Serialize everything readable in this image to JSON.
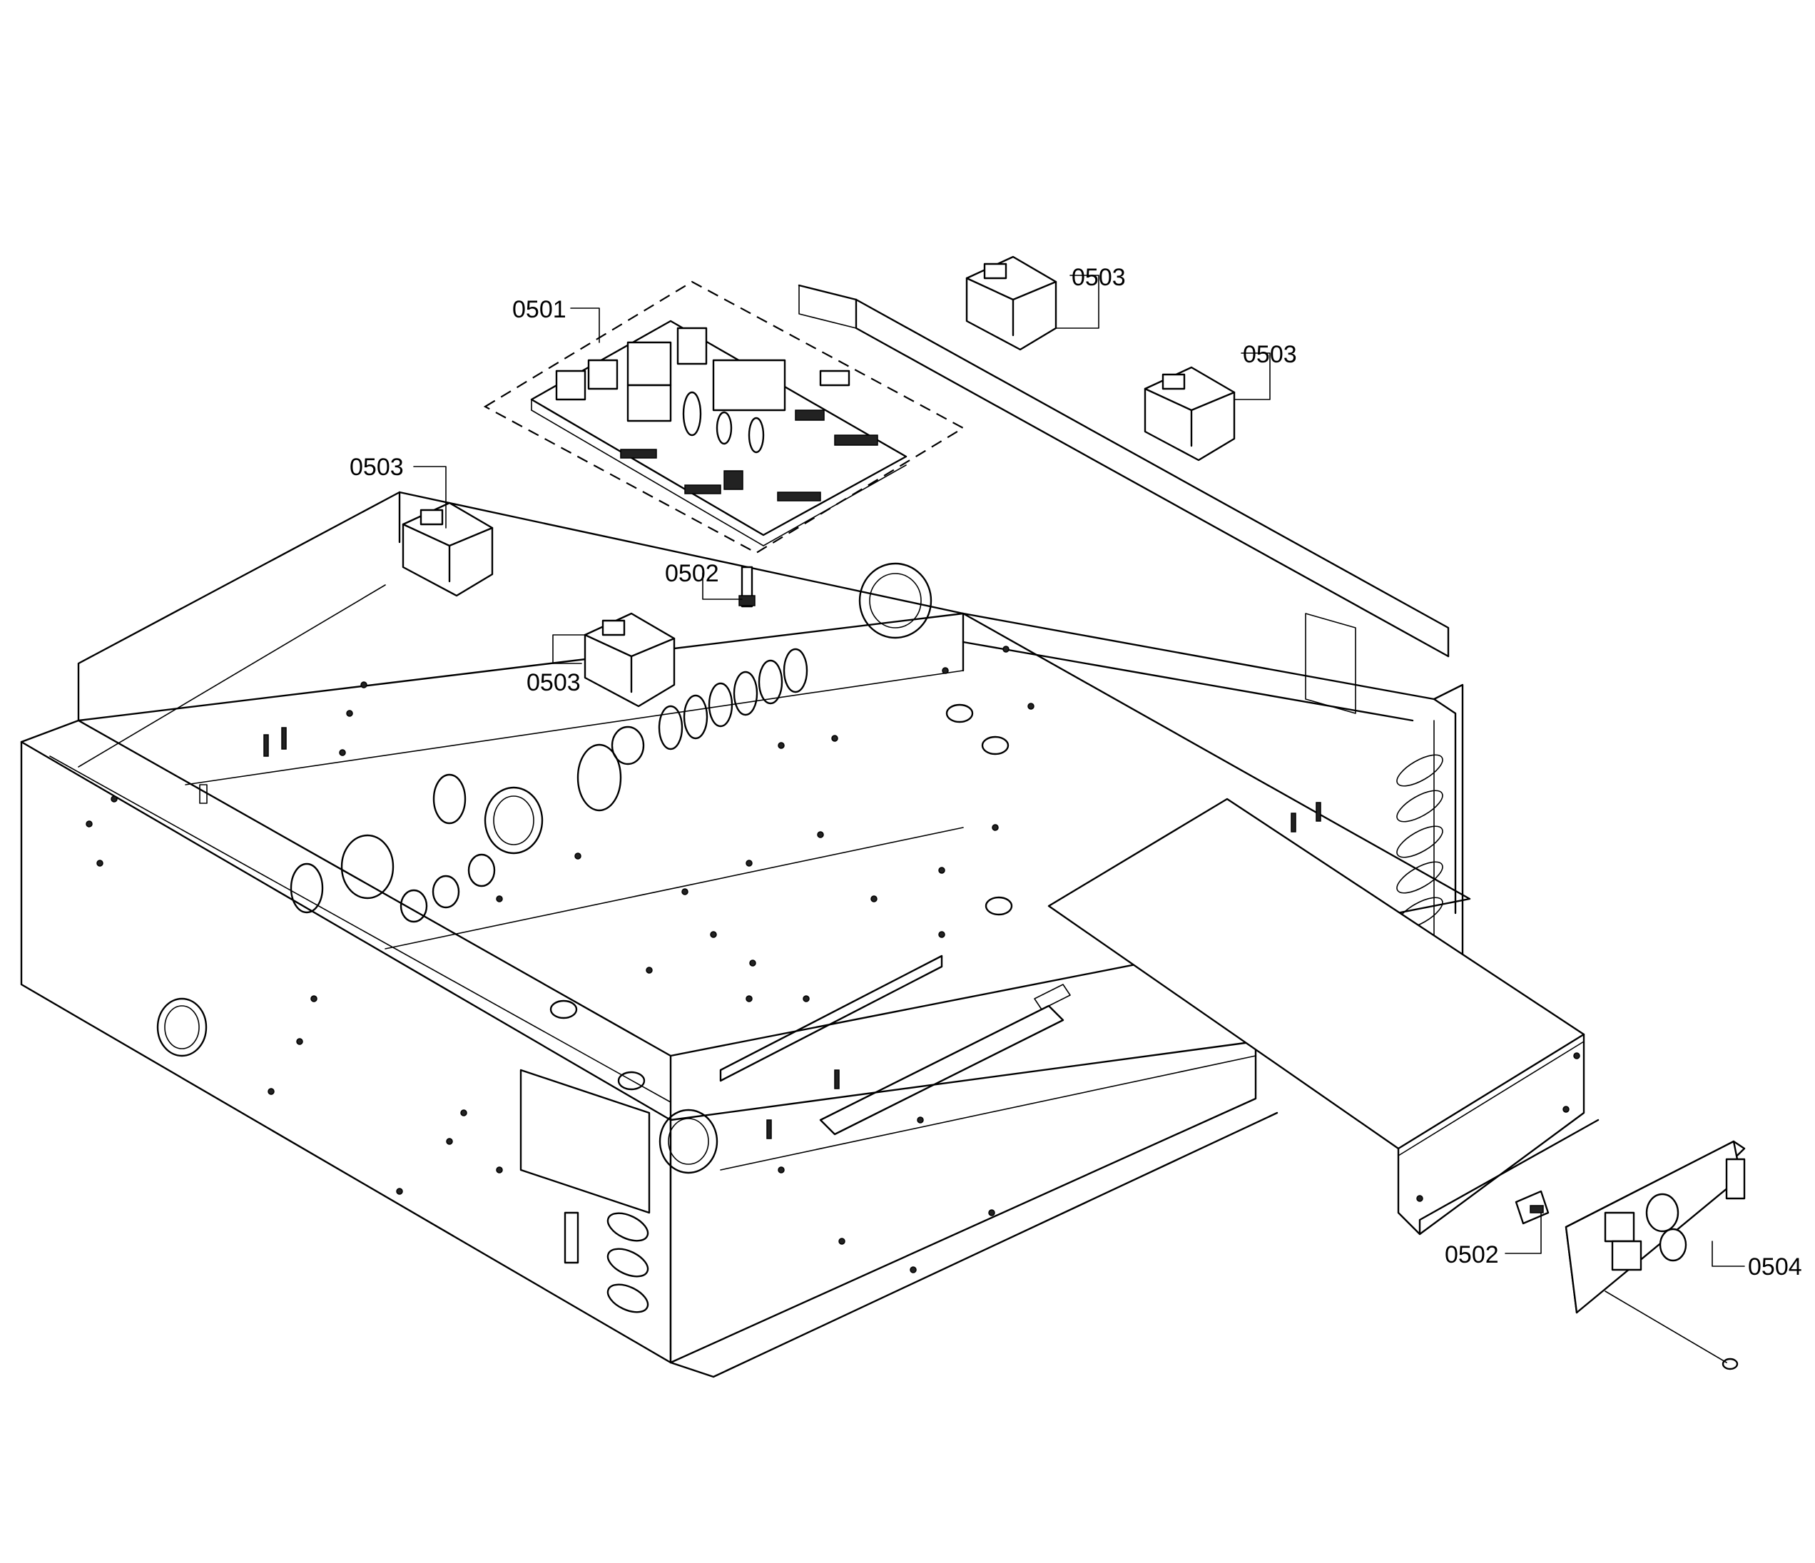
{
  "callouts": [
    {
      "id": "c1",
      "text": "0501"
    },
    {
      "id": "c2",
      "text": "0503"
    },
    {
      "id": "c3",
      "text": "0503"
    },
    {
      "id": "c4",
      "text": "0503"
    },
    {
      "id": "c5",
      "text": "0503"
    },
    {
      "id": "c6",
      "text": "0502"
    },
    {
      "id": "c7",
      "text": "0502"
    },
    {
      "id": "c8",
      "text": "0504"
    }
  ]
}
